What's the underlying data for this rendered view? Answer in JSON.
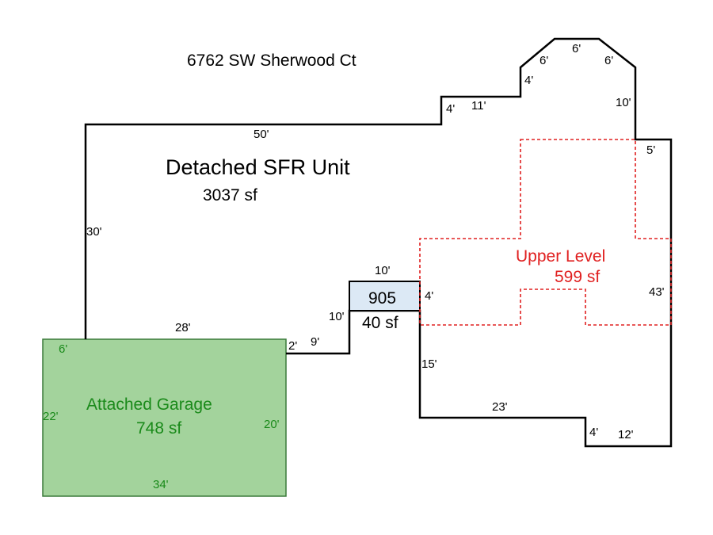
{
  "address": "6762 SW Sherwood Ct",
  "colors": {
    "outline": "#000000",
    "garage_fill": "#a3d39c",
    "garage_text": "#1a8a1a",
    "upper_level": "#e02020",
    "small_area_fill": "#dce9f5"
  },
  "main_unit": {
    "name": "Detached SFR Unit",
    "area": "3037 sf"
  },
  "garage": {
    "name": "Attached Garage",
    "area": "748 sf"
  },
  "upper_level": {
    "name": "Upper Level",
    "area": "599 sf"
  },
  "small_area": {
    "code": "905",
    "area": "40 sf"
  },
  "dimensions": {
    "top_50": "50'",
    "step_4a": "4'",
    "top_11": "11'",
    "step_4b": "4'",
    "bay_6a": "6'",
    "bay_6b": "6'",
    "bay_6c": "6'",
    "right_10": "10'",
    "right_5": "5'",
    "right_43": "43'",
    "bottom_12": "12'",
    "step_4c": "4'",
    "bottom_23": "23'",
    "left_15": "15'",
    "step_4d": "4'",
    "box_10_top": "10'",
    "box_10_left": "10'",
    "dim_9": "9'",
    "dim_2": "2'",
    "dim_28": "28'",
    "left_30": "30'",
    "garage_6": "6'",
    "garage_22": "22'",
    "garage_20": "20'",
    "garage_34": "34'"
  }
}
